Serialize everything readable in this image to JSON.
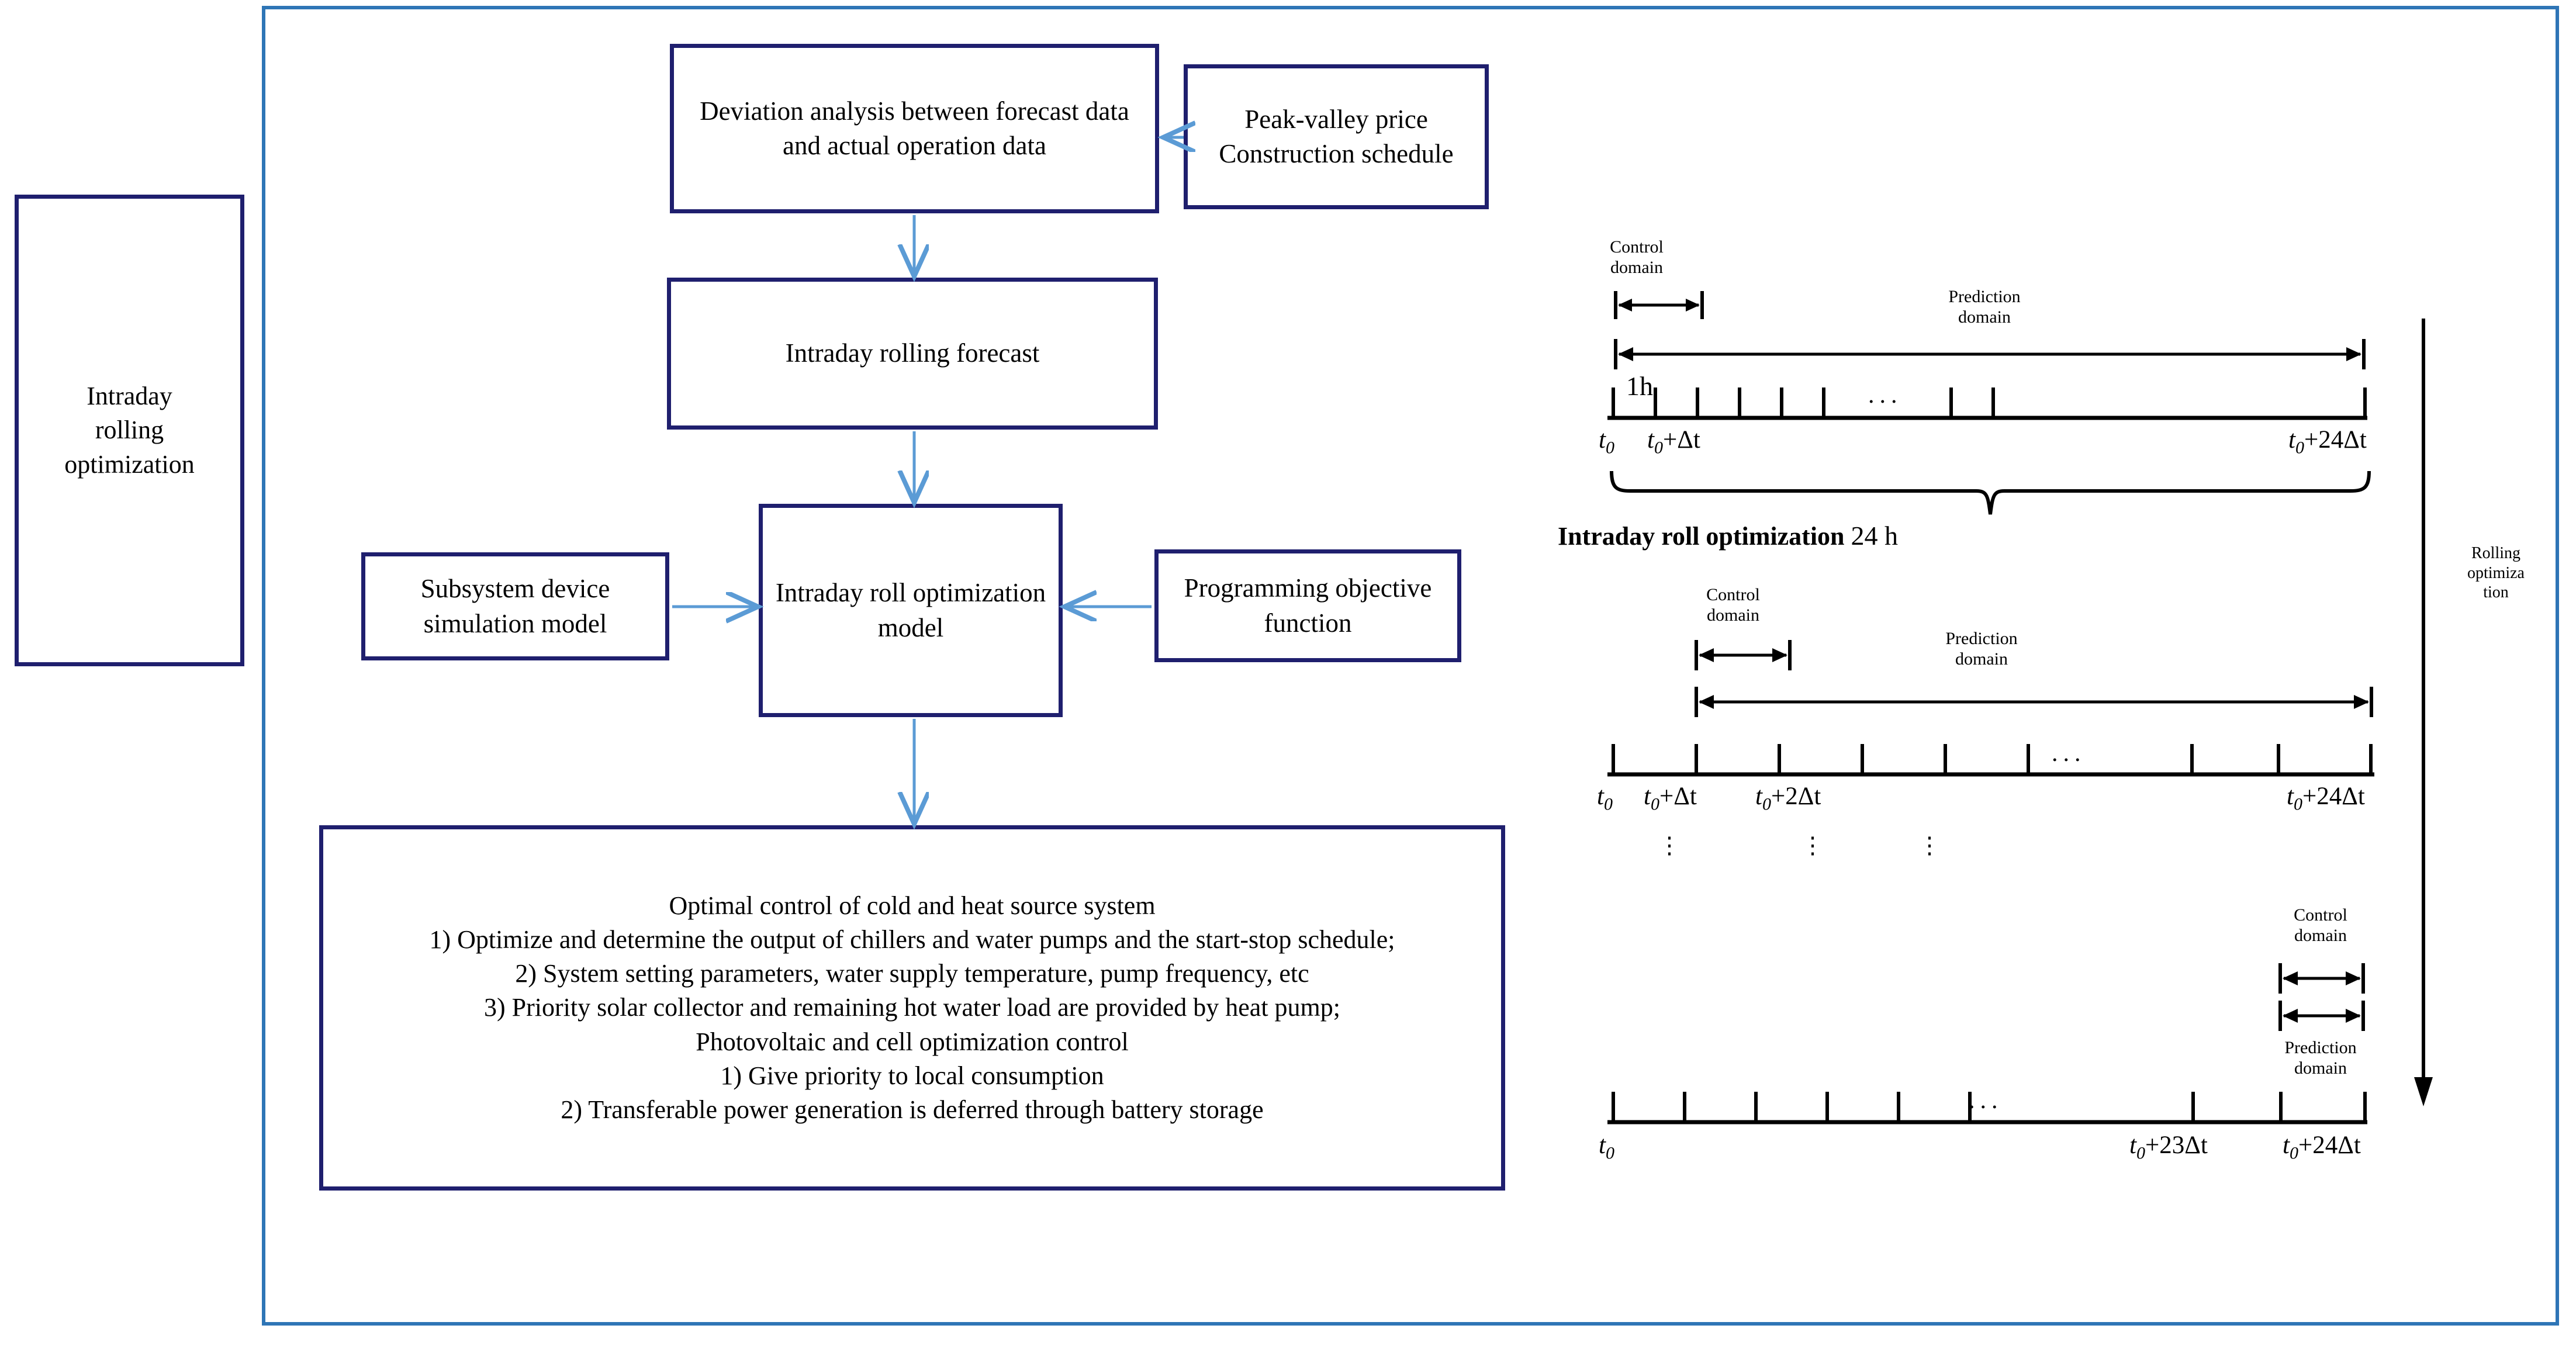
{
  "frame": {
    "accent_color": "#2e75b6",
    "box_border_color": "#1f1f6e",
    "arrow_color": "#5b9bd5"
  },
  "flow": {
    "side_box": {
      "label": "Intraday\nrolling\noptimization"
    },
    "boxes": {
      "deviation": "Deviation analysis between forecast data and actual operation data",
      "peak_valley": "Peak-valley price Construction schedule",
      "forecast": "Intraday rolling forecast",
      "roll_model": "Intraday roll optimization model",
      "subsystem": "Subsystem device simulation model",
      "programming": "Programming objective function"
    },
    "optimal_control": {
      "lines": [
        "Optimal control of cold and heat source system",
        "1) Optimize and determine the output of chillers and water pumps and the start-stop schedule;",
        "2) System setting parameters, water supply temperature, pump frequency, etc",
        "3) Priority solar collector and remaining hot water load are provided by heat pump;",
        "Photovoltaic and cell optimization control",
        "1) Give priority to local consumption",
        "2) Transferable power generation is deferred through battery storage"
      ]
    }
  },
  "timeline": {
    "labels": {
      "control_domain": "Control\ndomain",
      "prediction_domain": "Prediction\ndomain",
      "step_label": "1h",
      "ellipsis": "...",
      "vertical_ellipsis": "⋮",
      "rolling_optimization": "Rolling\noptimiza\ntion"
    },
    "brace_caption": {
      "bold": "Intraday roll optimization",
      "light": "24 h"
    },
    "rows": [
      {
        "id": "row-1",
        "control_start": "t0",
        "control_end": "t0+Δt",
        "ticks": 10,
        "tick_labels": [
          {
            "text_t": "t",
            "sub": "0",
            "rest": ""
          },
          {
            "text_t": "t",
            "sub": "0",
            "rest": "+Δt"
          },
          {
            "text_t": "t",
            "sub": "0",
            "rest": "+24Δt"
          }
        ]
      },
      {
        "id": "row-2",
        "control_start": "t0+Δt",
        "control_end": "t0+2Δt",
        "ticks": 10,
        "tick_labels": [
          {
            "text_t": "t",
            "sub": "0",
            "rest": ""
          },
          {
            "text_t": "t",
            "sub": "0",
            "rest": "+Δt"
          },
          {
            "text_t": "t",
            "sub": "0",
            "rest": "+2Δt"
          },
          {
            "text_t": "t",
            "sub": "0",
            "rest": "+24Δt"
          }
        ]
      },
      {
        "id": "row-3",
        "control_start": "t0+23Δt",
        "control_end": "t0+24Δt",
        "ticks": 10,
        "tick_labels": [
          {
            "text_t": "t",
            "sub": "0",
            "rest": ""
          },
          {
            "text_t": "t",
            "sub": "0",
            "rest": "+23Δt"
          },
          {
            "text_t": "t",
            "sub": "0",
            "rest": "+24Δt"
          }
        ]
      }
    ]
  },
  "row1": {
    "control_domain": "Control\ndomain",
    "prediction_domain": "Prediction\ndomain",
    "step": "1h",
    "ellipsis": "...",
    "lab_t0": "t",
    "lab_t0_sub": "0",
    "lab_tdt": "t",
    "lab_tdt_sub": "0",
    "lab_tdt_rest": "+Δt",
    "lab_t24": "t",
    "lab_t24_sub": "0",
    "lab_t24_rest": "+24Δt"
  },
  "row2": {
    "control_domain": "Control\ndomain",
    "prediction_domain": "Prediction\ndomain",
    "ellipsis": "...",
    "lab_t0": "t",
    "lab_t0_sub": "0",
    "lab_tdt": "t",
    "lab_tdt_sub": "0",
    "lab_tdt_rest": "+Δt",
    "lab_t2dt": "t",
    "lab_t2dt_sub": "0",
    "lab_t2dt_rest": "+2Δt",
    "lab_t24": "t",
    "lab_t24_sub": "0",
    "lab_t24_rest": "+24Δt"
  },
  "row3": {
    "control_domain": "Control\ndomain",
    "prediction_domain": "Prediction\ndomain",
    "ellipsis": "...",
    "lab_t0": "t",
    "lab_t0_sub": "0",
    "lab_t23": "t",
    "lab_t23_sub": "0",
    "lab_t23_rest": "+23Δt",
    "lab_t24": "t",
    "lab_t24_sub": "0",
    "lab_t24_rest": "+24Δt"
  },
  "vdots": {
    "d1": "⋮",
    "d2": "⋮",
    "d3": "⋮"
  },
  "brace": {
    "bold": "Intraday roll optimization",
    "light": "24 h"
  },
  "rolling": {
    "l1": "Rolling",
    "l2": "optimiza",
    "l3": "tion"
  }
}
